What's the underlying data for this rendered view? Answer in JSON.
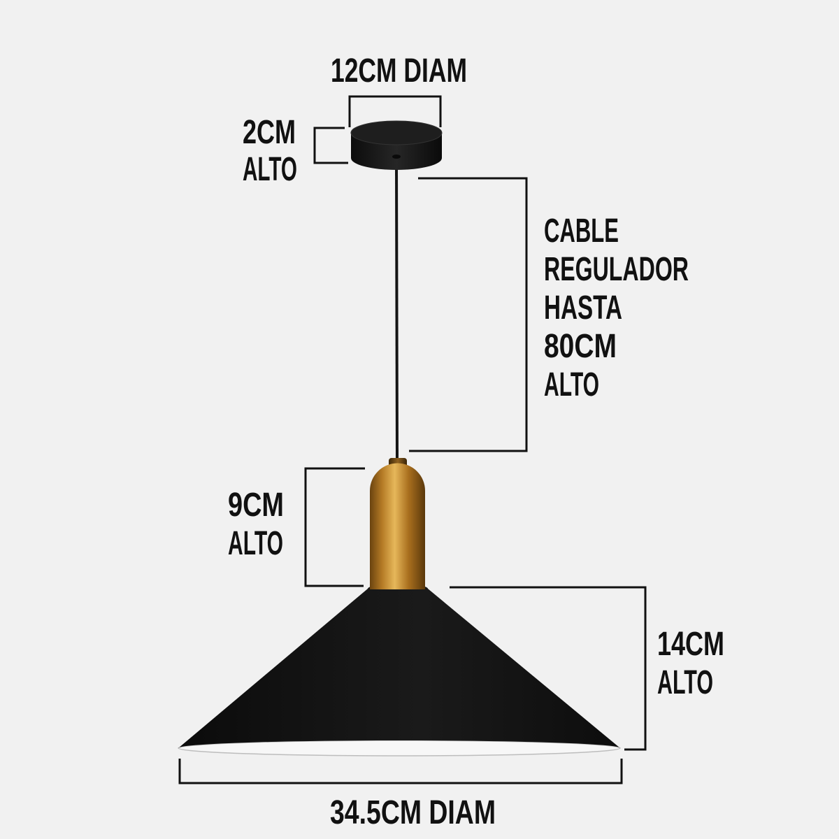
{
  "diagram": {
    "labels": {
      "canopy_diameter": "12CM DIAM",
      "canopy_height": [
        "2CM",
        "ALTO"
      ],
      "cable": [
        "CABLE",
        "REGULADOR",
        "HASTA",
        "80CM",
        "ALTO"
      ],
      "holder_height": [
        "9CM",
        "ALTO"
      ],
      "shade_height": [
        "14CM",
        "ALTO"
      ],
      "shade_diameter": "34.5CM DIAM"
    },
    "colors": {
      "background": "#f1f1f1",
      "ink": "#111111",
      "lamp_black": "#141414",
      "gold": "#d4a04a"
    }
  }
}
